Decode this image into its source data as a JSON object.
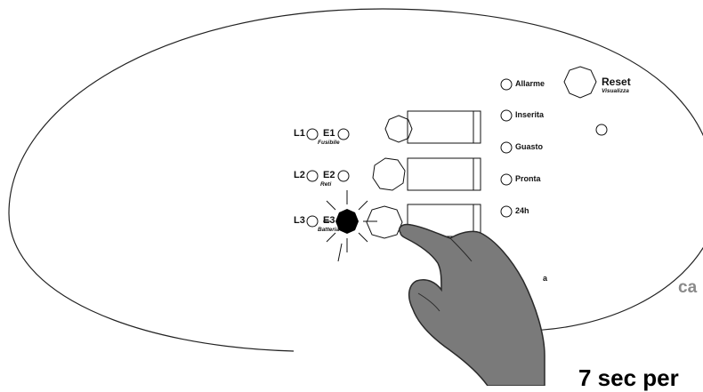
{
  "panel": {
    "zones": [
      {
        "led_label": "L1",
        "error_label": "E1",
        "sub_label": "Fusibile"
      },
      {
        "led_label": "L2",
        "error_label": "E2",
        "sub_label": "Reti"
      },
      {
        "led_label": "L3",
        "error_label": "E3",
        "sub_label": "Batteria"
      }
    ],
    "status_leds": [
      {
        "label": "Allarme"
      },
      {
        "label": "Inserita"
      },
      {
        "label": "Guasto"
      },
      {
        "label": "Pronta"
      },
      {
        "label": "24h"
      }
    ],
    "reset": {
      "label": "Reset",
      "sub_label": "Visualizza"
    },
    "partial_label": "a"
  },
  "overlay": {
    "caption_partial": "ca",
    "footer_partial": "7 sec per"
  },
  "colors": {
    "panel_stroke": "#222222",
    "blinking_led": "#000000",
    "hand_fill": "#7a7a7a",
    "hand_stroke": "#2a2a2a",
    "caption_color": "#8a8a8a",
    "footer_color": "#000000"
  }
}
